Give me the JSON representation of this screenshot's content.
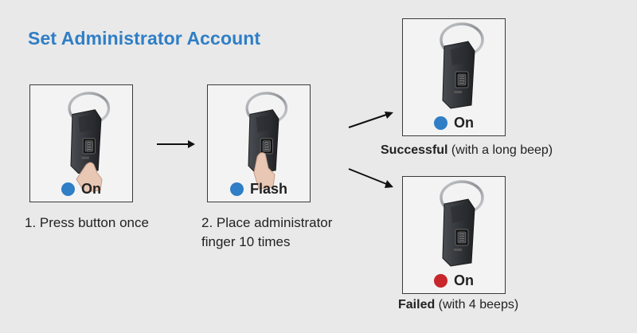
{
  "title": "Set Administrator Account",
  "colors": {
    "title": "#2f7ec6",
    "dot_on": "#2f7ec6",
    "dot_failed": "#c8262a",
    "border": "#3a3a3a",
    "background": "#e9e9e9"
  },
  "steps": [
    {
      "status_label": "On",
      "status_color": "#2f7ec6",
      "caption": "1. Press button once"
    },
    {
      "status_label": "Flash",
      "status_color": "#2f7ec6",
      "caption_line1": "2. Place administrator",
      "caption_line2": "finger 10 times"
    }
  ],
  "outcomes": {
    "success": {
      "status_label": "On",
      "status_color": "#2f7ec6",
      "result_bold": "Successful",
      "result_note": " (with a long beep)"
    },
    "failed": {
      "status_label": "On",
      "status_color": "#c8262a",
      "result_bold": "Failed",
      "result_note": " (with 4 beeps)"
    }
  },
  "icons": [
    "fingerprint-padlock-icon",
    "finger-icon",
    "arrow-right-icon",
    "arrow-diagonal-icon"
  ]
}
